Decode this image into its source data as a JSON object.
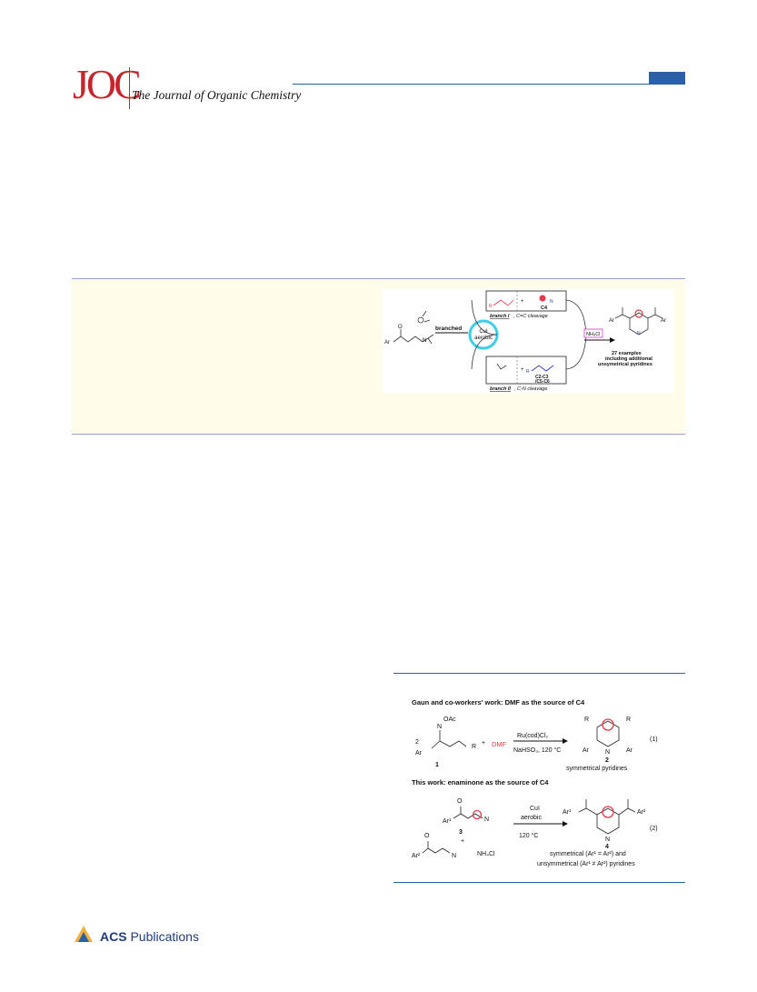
{
  "header": {
    "logo_text": "JOC",
    "journal_name": "The Journal of Organic Chemistry"
  },
  "toc_graphic": {
    "start_labels": {
      "ar": "Ar",
      "o": "O",
      "n": "N"
    },
    "branched": "branched",
    "catalyst_line1": "CuI",
    "catalyst_line2": "aerobic",
    "branch1_label": "branch I",
    "branch1_desc": ", C=C cleavage",
    "branch1_c4": "C4",
    "branch2_label": "branch II",
    "branch2_desc": ", C-N cleavage",
    "branch2_c": "C2-C3",
    "branch2_c2": "/C5-C6",
    "reagent": "NH₄Cl",
    "examples": "27 examples",
    "including": "including additional",
    "unsym": "unsymetrical pyridines",
    "r": "R",
    "n": "N",
    "plus": "+"
  },
  "scheme": {
    "title1": "Gaun and co-workers' work: DMF as the source of C4",
    "reagent_number": "2",
    "oac": "OAc",
    "n": "N",
    "ar": "Ar",
    "r": "R",
    "compound1": "1",
    "plus": "+",
    "dmf": "DMF",
    "catalyst": "Ru(cod)Cl₂",
    "conditions1": "NaHSO₃, 120 °C",
    "compound2": "2",
    "product1": "symmetrical pyridines",
    "eq1": "(1)",
    "title2": "This work: enaminone as the source of C4",
    "ar1": "Ar¹",
    "ar2": "Ar²",
    "o": "O",
    "compound3": "3",
    "nh4cl": "NH₄Cl",
    "cu": "CuI",
    "aerobic": "aerobic",
    "temp": "120 °C",
    "compound4": "4",
    "eq2": "(2)",
    "product2a": "symmetrical (Ar¹ = Ar²) and",
    "product2b": "unsymmetrical (Ar¹ ≠ Ar²) pyridines"
  },
  "footer": {
    "brand_bold": "ACS",
    "brand_rest": "Publications"
  }
}
